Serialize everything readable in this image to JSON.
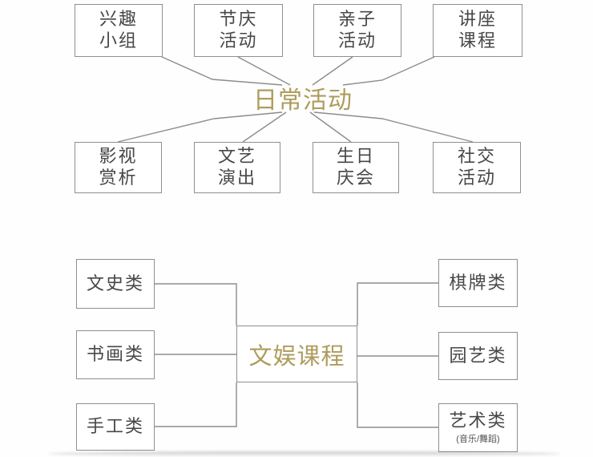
{
  "colors": {
    "accent_gold": "#ad9c5c",
    "box_border": "#8f8f8f",
    "box_text": "#474747",
    "connector": "#8d8d8d",
    "background": "#fefefe"
  },
  "diagram_daily_activities": {
    "title": "日常活动",
    "top_boxes": [
      {
        "label": "兴趣小组",
        "lines": [
          "兴趣",
          "小组"
        ]
      },
      {
        "label": "节庆活动",
        "lines": [
          "节庆",
          "活动"
        ]
      },
      {
        "label": "亲子活动",
        "lines": [
          "亲子",
          "活动"
        ]
      },
      {
        "label": "讲座课程",
        "lines": [
          "讲座",
          "课程"
        ]
      }
    ],
    "bottom_boxes": [
      {
        "label": "影视赏析",
        "lines": [
          "影视",
          "赏析"
        ]
      },
      {
        "label": "文艺演出",
        "lines": [
          "文艺",
          "演出"
        ]
      },
      {
        "label": "生日庆会",
        "lines": [
          "生日",
          "庆会"
        ]
      },
      {
        "label": "社交活动",
        "lines": [
          "社交",
          "活动"
        ]
      }
    ]
  },
  "diagram_culture_courses": {
    "title": "文娱课程",
    "left_boxes": [
      {
        "label": "文史类"
      },
      {
        "label": "书画类"
      },
      {
        "label": "手工类"
      }
    ],
    "right_boxes": [
      {
        "label": "棋牌类"
      },
      {
        "label": "园艺类"
      },
      {
        "label": "艺术类",
        "sublabel": "(音乐/舞蹈)"
      }
    ]
  }
}
